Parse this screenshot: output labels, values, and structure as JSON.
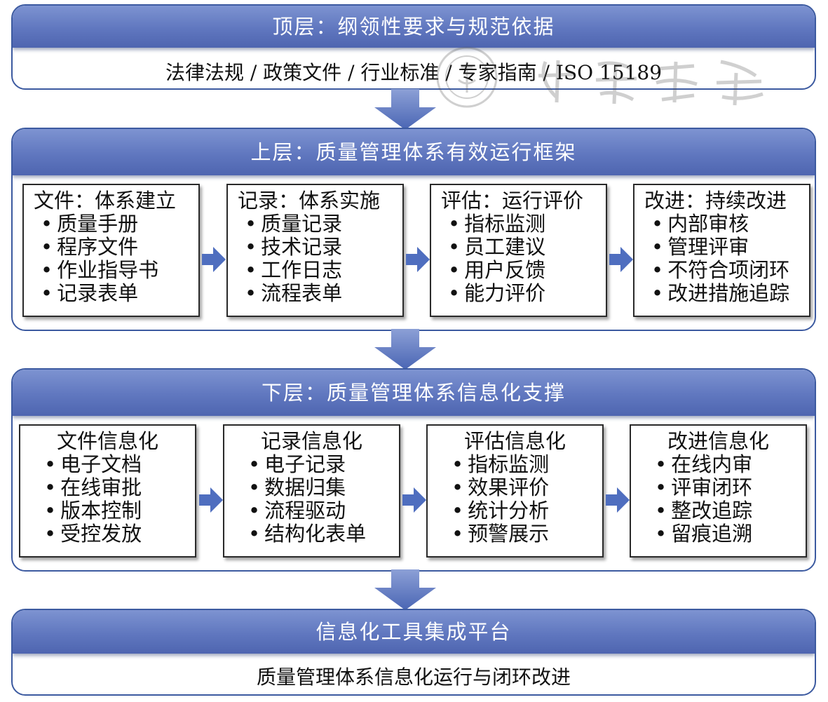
{
  "top": {
    "header": "顶层：纲领性要求与规范依据",
    "content": "法律法规 / 政策文件 / 行业标准 / 专家指南 / ISO 15189"
  },
  "upper": {
    "header": "上层：质量管理体系有效运行框架",
    "boxes": [
      {
        "title": "文件：体系建立",
        "items": [
          "质量手册",
          "程序文件",
          "作业指导书",
          "记录表单"
        ]
      },
      {
        "title": "记录：体系实施",
        "items": [
          "质量记录",
          "技术记录",
          "工作日志",
          "流程表单"
        ]
      },
      {
        "title": "评估：运行评价",
        "items": [
          "指标监测",
          "员工建议",
          "用户反馈",
          "能力评价"
        ]
      },
      {
        "title": "改进：持续改进",
        "items": [
          "内部审核",
          "管理评审",
          "不符合项闭环",
          "改进措施追踪"
        ]
      }
    ]
  },
  "lower": {
    "header": "下层：质量管理体系信息化支撑",
    "boxes": [
      {
        "title": "文件信息化",
        "items": [
          "电子文档",
          "在线审批",
          "版本控制",
          "受控发放"
        ]
      },
      {
        "title": "记录信息化",
        "items": [
          "电子记录",
          "数据归集",
          "流程驱动",
          "结构化表单"
        ]
      },
      {
        "title": "评估信息化",
        "items": [
          "指标监测",
          "效果评价",
          "统计分析",
          "预警展示"
        ]
      },
      {
        "title": "改进信息化",
        "items": [
          "在线内审",
          "评审闭环",
          "整改追踪",
          "留痕追溯"
        ]
      }
    ]
  },
  "bottom": {
    "header": "信息化工具集成平台",
    "content": "质量管理体系信息化运行与闭环改进"
  },
  "watermark": {
    "text": "中华医学会",
    "icon": "society-seal-icon"
  },
  "colors": {
    "header_blue": "#6077bf",
    "arrow_blue": "#4f6ebf",
    "border": "#3c5aa0"
  }
}
